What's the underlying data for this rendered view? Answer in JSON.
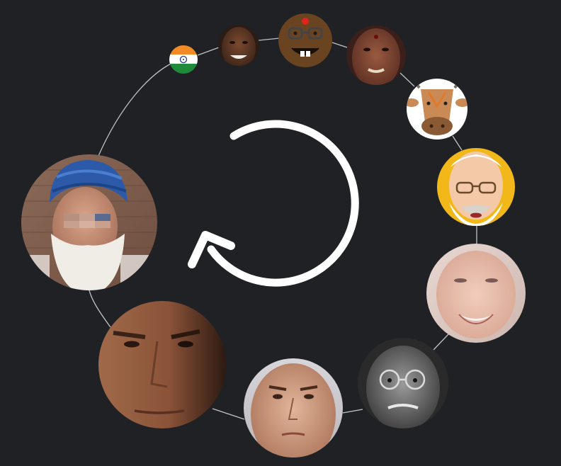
{
  "colors": {
    "background": "#1f2124",
    "ring_line": "#bfc2c6",
    "arrow": "#ffffff"
  },
  "cycle": {
    "direction": "clockwise-arrow",
    "nodes": [
      {
        "id": "india-flag-icon",
        "kind": "flag"
      },
      {
        "id": "smiling-man-photo",
        "kind": "photo"
      },
      {
        "id": "bindi-glasses-emoji",
        "kind": "cartoon"
      },
      {
        "id": "elderly-woman-bindi-photo",
        "kind": "photo"
      },
      {
        "id": "cow-cartoon-icon",
        "kind": "cartoon"
      },
      {
        "id": "bearded-glasses-man-cartoon",
        "kind": "cartoon"
      },
      {
        "id": "blurred-young-person-photo",
        "kind": "photo"
      },
      {
        "id": "round-glasses-elder-photo",
        "kind": "photo"
      },
      {
        "id": "man-closeup-photo",
        "kind": "photo"
      },
      {
        "id": "stern-man-closeup-photo",
        "kind": "photo"
      },
      {
        "id": "turbaned-elder-censored-photo",
        "kind": "photo"
      }
    ]
  }
}
